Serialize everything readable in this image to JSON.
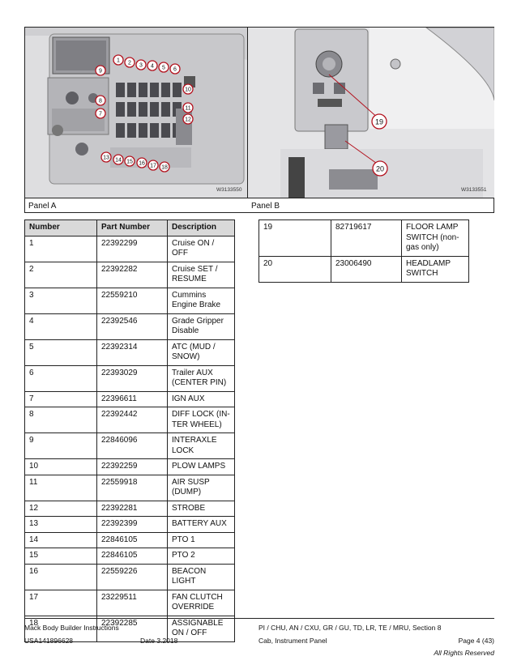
{
  "figure": {
    "panel_a_code": "W3133550",
    "panel_b_code": "W3133551",
    "panel_a_caption": "Panel A",
    "panel_b_caption": "Panel B",
    "callouts_a": [
      "1",
      "2",
      "3",
      "4",
      "5",
      "6",
      "7",
      "8",
      "9",
      "10",
      "11",
      "12",
      "13",
      "14",
      "15",
      "16",
      "17",
      "18"
    ],
    "callouts_b": [
      "19",
      "20"
    ]
  },
  "table": {
    "headers": [
      "Number",
      "Part Number",
      "Description"
    ],
    "rows_left": [
      [
        "1",
        "22392299",
        "Cruise ON / OFF"
      ],
      [
        "2",
        "22392282",
        "Cruise SET / RESUME"
      ],
      [
        "3",
        "22559210",
        "Cummins Engine Brake"
      ],
      [
        "4",
        "22392546",
        "Grade Gripper Disable"
      ],
      [
        "5",
        "22392314",
        "ATC (MUD / SNOW)"
      ],
      [
        "6",
        "22393029",
        "Trailer AUX (CENTER PIN)"
      ],
      [
        "7",
        "22396611",
        "IGN AUX"
      ],
      [
        "8",
        "22392442",
        "DIFF LOCK (IN-TER WHEEL)"
      ],
      [
        "9",
        "22846096",
        "INTERAXLE LOCK"
      ],
      [
        "10",
        "22392259",
        "PLOW LAMPS"
      ],
      [
        "11",
        "22559918",
        "AIR SUSP (DUMP)"
      ],
      [
        "12",
        "22392281",
        "STROBE"
      ],
      [
        "13",
        "22392399",
        "BATTERY AUX"
      ],
      [
        "14",
        "22846105",
        "PTO 1"
      ],
      [
        "15",
        "22846105",
        "PTO 2"
      ],
      [
        "16",
        "22559226",
        "BEACON LIGHT"
      ],
      [
        "17",
        "23229511",
        "FAN CLUTCH OVERRIDE"
      ],
      [
        "18",
        "22392285",
        "ASSIGNABLE ON / OFF"
      ]
    ],
    "rows_right": [
      [
        "19",
        "82719617",
        "FLOOR LAMP SWITCH (non-gas only)"
      ],
      [
        "20",
        "23006490",
        "HEADLAMP SWITCH"
      ]
    ]
  },
  "footer": {
    "left_top": "Mack Body Builder Instructions",
    "left_bottom": "USA141896628",
    "date": "Date 3.2018",
    "section": "PI / CHU, AN / CXU, GR / GU, TD, LR, TE / MRU, Section 8",
    "subject": "Cab, Instrument Panel",
    "page": "Page 4 (43)",
    "rights": "All Rights Reserved"
  }
}
